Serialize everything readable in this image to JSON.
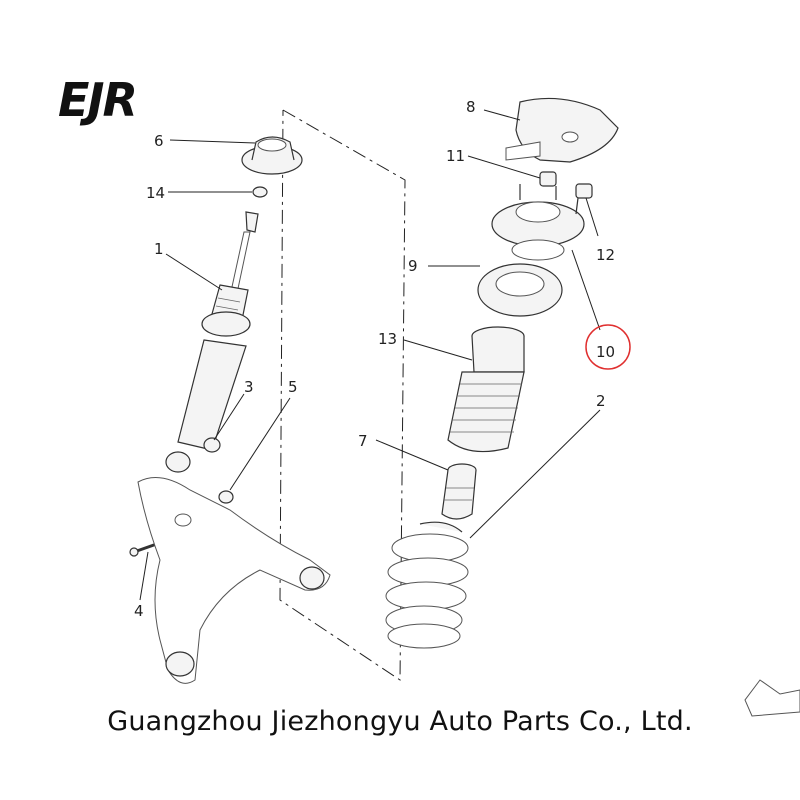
{
  "brand": {
    "logo_text": "EJR"
  },
  "caption": "Guangzhou Jiezhongyu Auto Parts Co., Ltd.",
  "callouts": {
    "p1": "1",
    "p2": "2",
    "p3": "3",
    "p4": "4",
    "p5": "5",
    "p6": "6",
    "p7": "7",
    "p8": "8",
    "p9": "9",
    "p10": "10",
    "p11": "11",
    "p12": "12",
    "p13": "13",
    "p14": "14"
  },
  "highlight": {
    "part": "10",
    "color": "#e03030"
  }
}
